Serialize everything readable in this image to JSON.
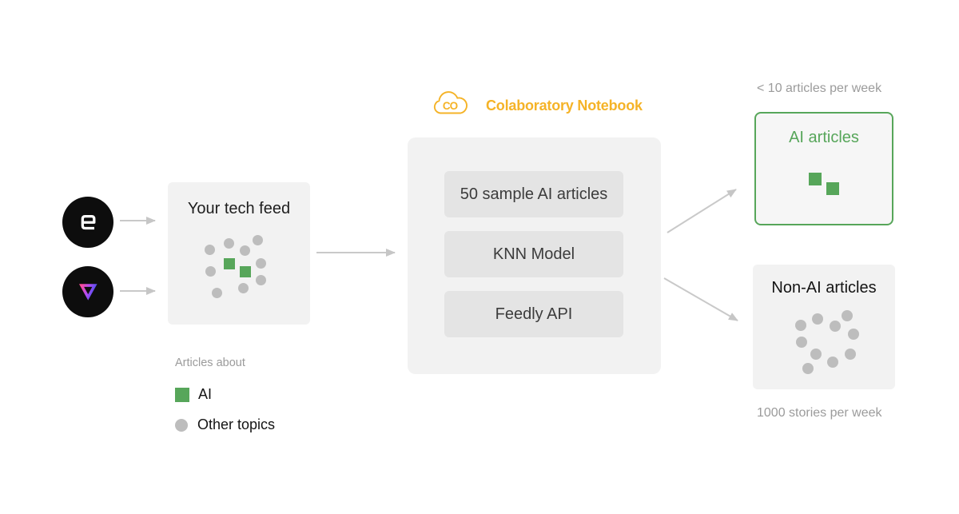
{
  "feed": {
    "title": "Your tech feed",
    "ai_dot_count": 2,
    "other_dot_count": 9
  },
  "sources": {
    "icons": [
      "engadget-logo",
      "verge-logo"
    ]
  },
  "colab": {
    "icon": "colab-cloud-icon",
    "icon_text": "CO",
    "label": "Colaboratory Notebook",
    "steps": [
      "50 sample AI articles",
      "KNN Model",
      "Feedly API"
    ]
  },
  "outputs": {
    "ai": {
      "caption": "< 10 articles per week",
      "title": "AI articles",
      "square_count": 2
    },
    "non_ai": {
      "title": "Non-AI articles",
      "caption": "1000 stories per week",
      "dot_count": 10
    }
  },
  "legend": {
    "title": "Articles about",
    "items": [
      {
        "label": "AI",
        "marker": "green-square"
      },
      {
        "label": "Other topics",
        "marker": "gray-dot"
      }
    ]
  },
  "colors": {
    "green": "#57a65a",
    "gray_dot": "#bdbdbd",
    "box_bg": "#f2f2f2",
    "step_bg": "#e4e4e4",
    "arrow": "#c9c9c9",
    "caption_text": "#9b9b9b",
    "colab_orange": "#f5b327",
    "logo_bg": "#0d0d0d"
  }
}
